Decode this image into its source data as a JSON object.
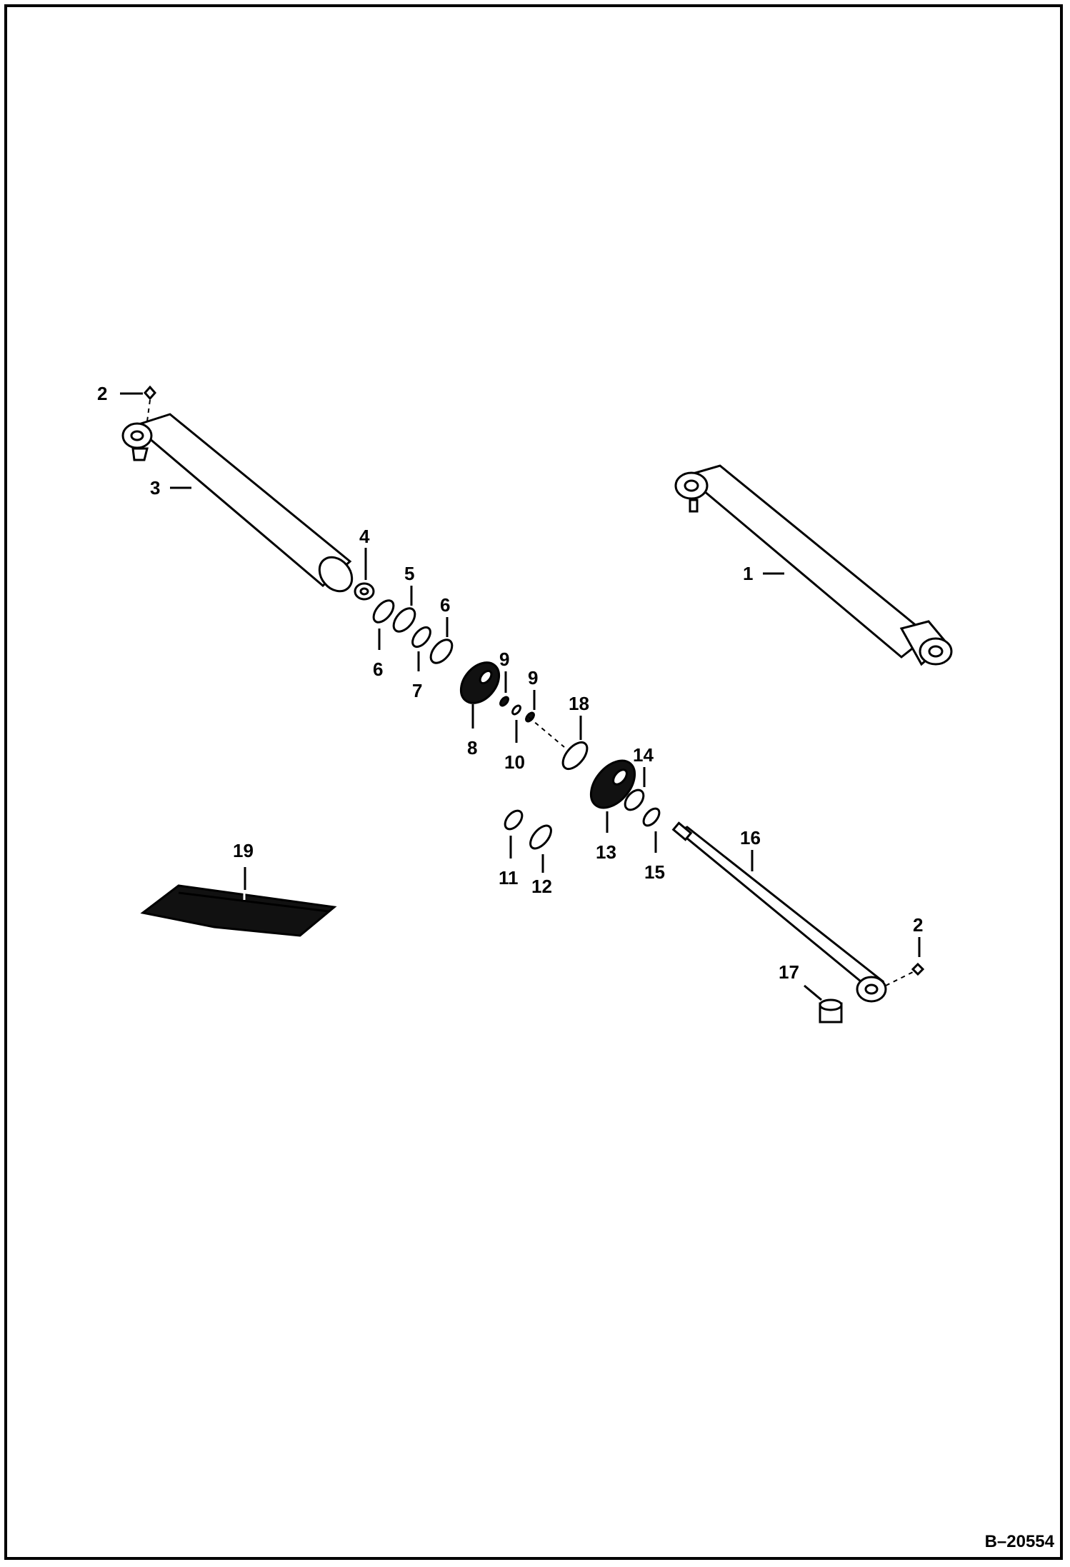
{
  "diagram": {
    "reference_code": "B–20554",
    "callouts": {
      "c1": "1",
      "c2a": "2",
      "c2b": "2",
      "c3": "3",
      "c4": "4",
      "c5": "5",
      "c6a": "6",
      "c6b": "6",
      "c7": "7",
      "c8": "8",
      "c9a": "9",
      "c9b": "9",
      "c10": "10",
      "c11": "11",
      "c12": "12",
      "c13": "13",
      "c14": "14",
      "c15": "15",
      "c16": "16",
      "c17": "17",
      "c18": "18",
      "c19": "19"
    }
  }
}
